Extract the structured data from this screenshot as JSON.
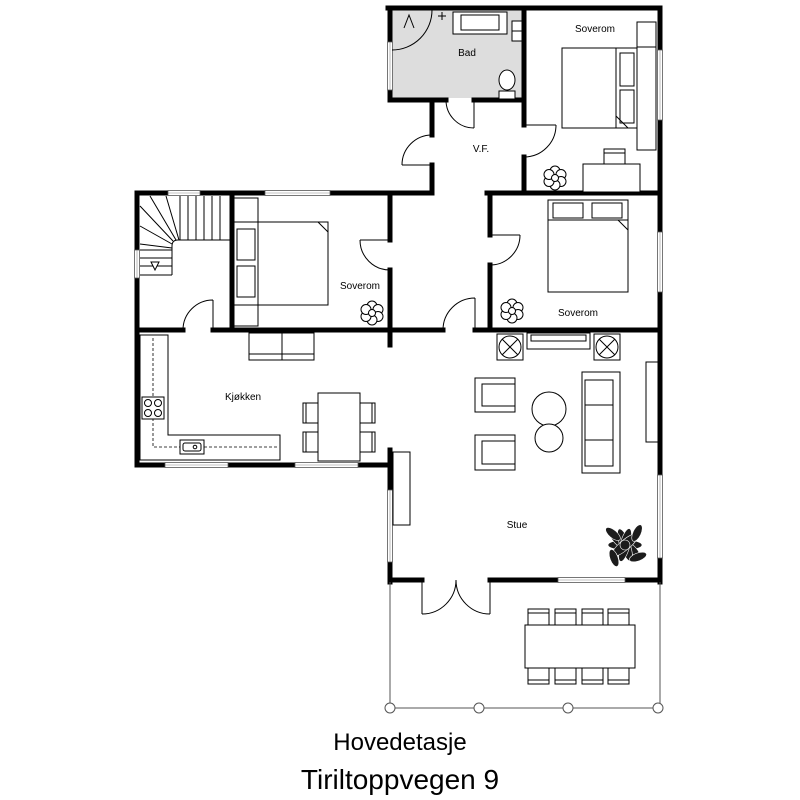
{
  "rooms": {
    "bathroom": "Bad",
    "bedroom_top": "Soverom",
    "hallway": "V.F.",
    "bedroom_left": "Soverom",
    "bedroom_right": "Soverom",
    "kitchen": "Kjøkken",
    "living_room": "Stue"
  },
  "footer": {
    "floor": "Hovedetasje",
    "address": "Tiriltoppvegen 9"
  },
  "colors": {
    "wall": "#000000",
    "bathroom_floor": "#dddddd",
    "plant": "#1c1c1c"
  }
}
